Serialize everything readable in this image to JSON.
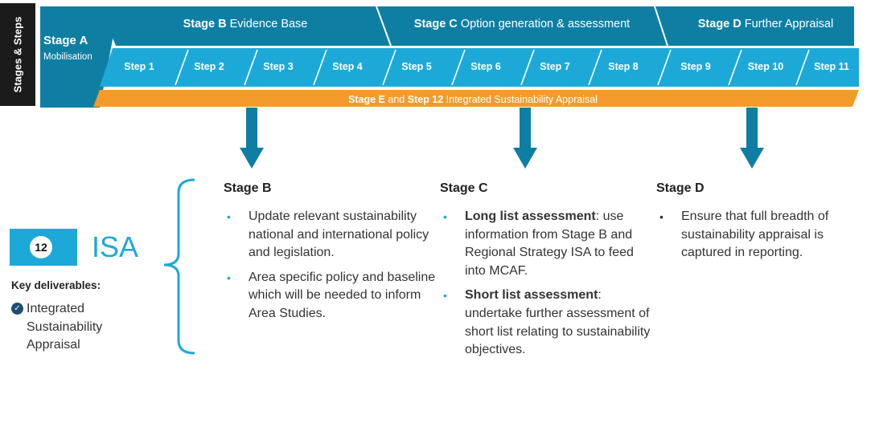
{
  "side_label": "Stages & Steps",
  "stage_a": {
    "title": "Stage A",
    "subtitle": "Mobilisation"
  },
  "stage_headers": [
    {
      "bold": "Stage B",
      "rest": " Evidence Base"
    },
    {
      "bold": "Stage C",
      "rest": " Option generation & assessment"
    },
    {
      "bold": "Stage D",
      "rest": " Further Appraisal"
    }
  ],
  "steps": [
    "Step 1",
    "Step 2",
    "Step 3",
    "Step 4",
    "Step 5",
    "Step 6",
    "Step 7",
    "Step 8",
    "Step 9",
    "Step 10",
    "Step 11"
  ],
  "stage_e": {
    "bold1": "Stage E",
    "mid": " and ",
    "bold2": "Step 12",
    "rest": " Integrated Sustainability Appraisal"
  },
  "columns": [
    {
      "title": "Stage B",
      "bullets": [
        {
          "bold": "",
          "text": "Update relevant sustainability national and international policy and legislation."
        },
        {
          "bold": "",
          "text": "Area specific policy and baseline which will be needed to inform Area Studies."
        }
      ]
    },
    {
      "title": "Stage C",
      "bullets": [
        {
          "bold": "Long list assessment",
          "text": ": use information from Stage B and Regional Strategy ISA to feed into MCAF."
        },
        {
          "bold": "Short list assessment",
          "text": ": undertake further assessment of short list relating to sustainability objectives."
        }
      ]
    },
    {
      "title": "Stage D",
      "bullets": [
        {
          "bold": "",
          "text": "Ensure that full breadth of sustainability appraisal is captured in reporting."
        }
      ]
    }
  ],
  "isa": {
    "number": "12",
    "label": "ISA",
    "key_deliverables_label": "Key deliverables:",
    "deliverable": "Integrated Sustainability Appraisal"
  },
  "colors": {
    "stage_dark": "#0e7fa3",
    "step_light": "#1da9d8",
    "orange": "#f49b2b",
    "arrow": "#0e7fa3",
    "side_label_bg": "#1b1b1b",
    "bracket": "#1da9d8"
  },
  "icons": {
    "arrow": "down-arrow-icon",
    "bracket": "curly-brace-icon",
    "check": "check-circle-icon"
  }
}
